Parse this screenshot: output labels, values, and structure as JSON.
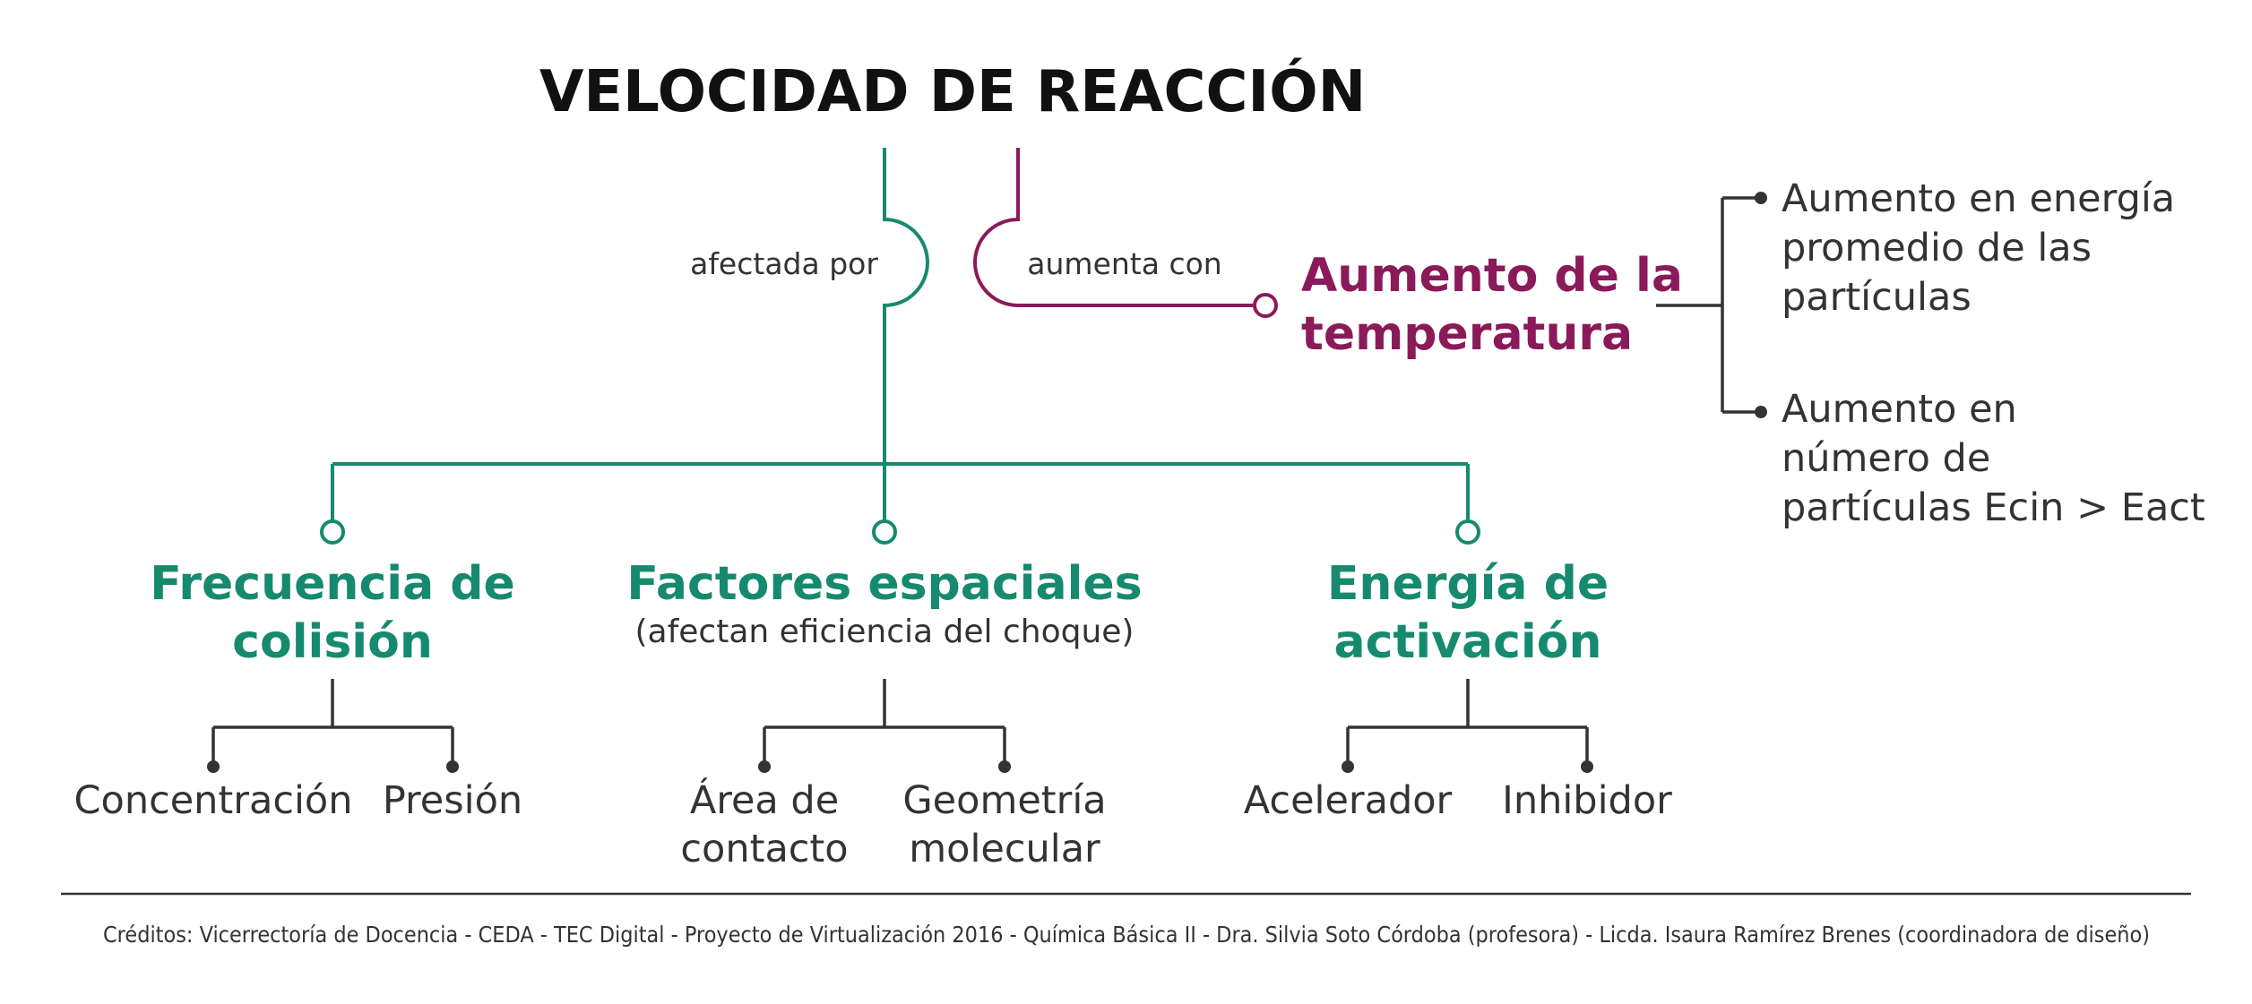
{
  "title": "VELOCIDAD DE REACCIÓN",
  "links": {
    "affected_by": "afectada por",
    "increases_with": "aumenta con"
  },
  "temperature": {
    "line1": "Aumento de la",
    "line2": "temperatura",
    "effects": [
      {
        "lines": [
          "Aumento en energía",
          "promedio de las",
          "partículas"
        ]
      },
      {
        "lines": [
          "Aumento en",
          "número de",
          "partículas Ecin > Eact"
        ]
      }
    ]
  },
  "factors": [
    {
      "lines": [
        "Frecuencia de",
        "colisión"
      ],
      "note": "",
      "items": [
        {
          "lines": [
            "Concentración"
          ]
        },
        {
          "lines": [
            "Presión"
          ]
        }
      ]
    },
    {
      "lines": [
        "Factores espaciales"
      ],
      "note": "(afectan eficiencia del choque)",
      "items": [
        {
          "lines": [
            "Área de",
            "contacto"
          ]
        },
        {
          "lines": [
            "Geometría",
            "molecular"
          ]
        }
      ]
    },
    {
      "lines": [
        "Energía de",
        "activación"
      ],
      "note": "",
      "items": [
        {
          "lines": [
            "Acelerador"
          ]
        },
        {
          "lines": [
            "Inhibidor"
          ]
        }
      ]
    }
  ],
  "credits": "Créditos: Vicerrectoría de Docencia - CEDA - TEC Digital - Proyecto de Virtualización 2016 - Química Básica II - Dra. Silvia Soto Córdoba (profesora) - Licda. Isaura Ramírez Brenes (coordinadora de diseño)",
  "colors": {
    "factor": "#168a6e",
    "temperature": "#8a1a5a",
    "text": "#333333"
  }
}
